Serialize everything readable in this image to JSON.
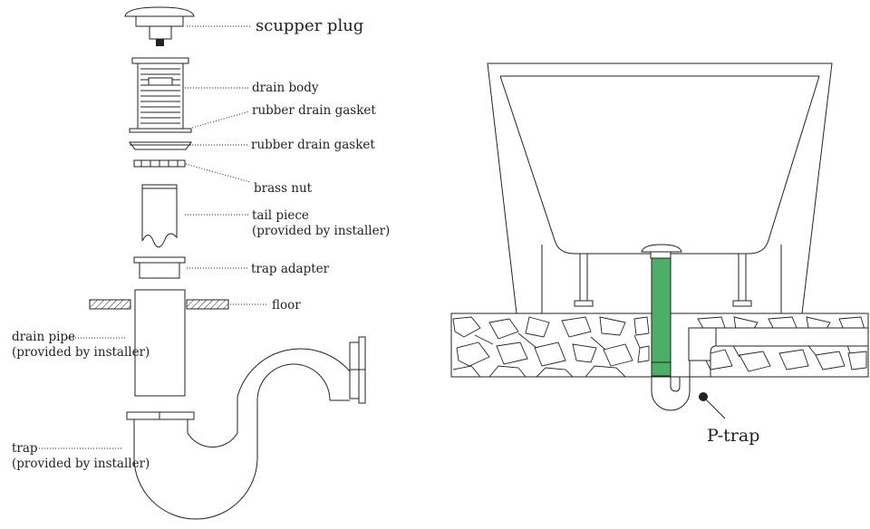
{
  "colors": {
    "line": "#222222",
    "pipe_highlight": "#4caf68",
    "background": "#ffffff"
  },
  "labels": {
    "scupper_plug": "scupper plug",
    "drain_body": "drain body",
    "rubber_gasket_1": "rubber drain gasket",
    "rubber_gasket_2": "rubber drain gasket",
    "brass_nut": "brass nut",
    "tail_piece": "tail piece",
    "tail_piece_note": "(provided by installer)",
    "trap_adapter": "trap adapter",
    "floor": "floor",
    "drain_pipe": "drain pipe",
    "drain_pipe_note": "(provided by installer)",
    "trap": "trap",
    "trap_note": "(provided by installer)",
    "p_trap": "P-trap"
  }
}
